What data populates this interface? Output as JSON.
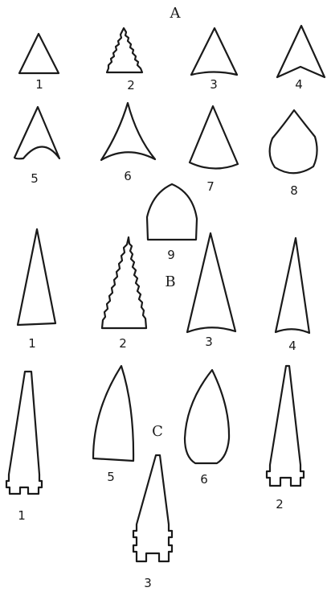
{
  "sections": [
    {
      "id": "A",
      "label": "A",
      "figures": [
        {
          "label": "1",
          "shape": "plain triangle"
        },
        {
          "label": "2",
          "shape": "serrated triangle"
        },
        {
          "label": "3",
          "shape": "triangle concave base"
        },
        {
          "label": "4",
          "shape": "triangle notched base"
        },
        {
          "label": "5",
          "shape": "triangle deep concave base"
        },
        {
          "label": "6",
          "shape": "barbed triangle"
        },
        {
          "label": "7",
          "shape": "triangle convex base"
        },
        {
          "label": "8",
          "shape": "leaf"
        },
        {
          "label": "9",
          "shape": "round tip flat base"
        }
      ]
    },
    {
      "id": "B",
      "label": "B",
      "figures": [
        {
          "label": "1",
          "shape": "long triangle"
        },
        {
          "label": "2",
          "shape": "long serrated triangle"
        },
        {
          "label": "3",
          "shape": "long triangle concave base"
        },
        {
          "label": "4",
          "shape": "long triangle concave base narrow"
        }
      ]
    },
    {
      "id": "C",
      "label": "C",
      "figures": [
        {
          "label": "1",
          "shape": "stemmed notched"
        },
        {
          "label": "2",
          "shape": "stemmed notched"
        },
        {
          "label": "3",
          "shape": "stemmed double notched"
        },
        {
          "label": "5",
          "shape": "lanceolate"
        },
        {
          "label": "6",
          "shape": "leaf pointed"
        }
      ]
    }
  ]
}
